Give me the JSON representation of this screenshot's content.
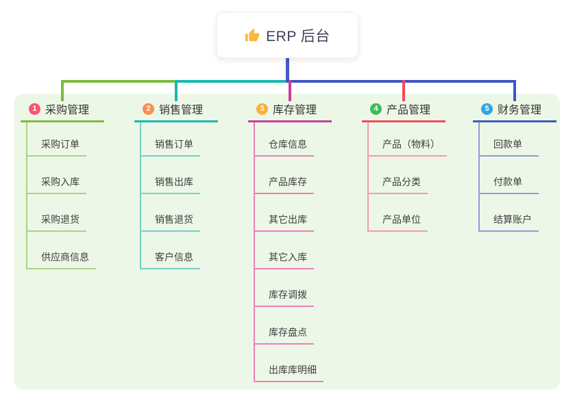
{
  "root": {
    "title": "ERP 后台",
    "icon": "thumbs-up-icon"
  },
  "colors": {
    "root_line": "#4558c8",
    "panel_bg": "#edf7e7",
    "header_text": "#333333",
    "child_text": "#3e3e3e",
    "root_box_bg": "#ffffff",
    "thumb_icon": "#f9b934"
  },
  "branches": [
    {
      "badge": "1",
      "label": "采购管理",
      "badge_color": "#f8566e",
      "line_color": "#7cbb3f",
      "child_line_color": "#a9d383",
      "children": [
        "采购订单",
        "采购入库",
        "采购退货",
        "供应商信息"
      ]
    },
    {
      "badge": "2",
      "label": "销售管理",
      "badge_color": "#fb8e4e",
      "line_color": "#17b9ae",
      "child_line_color": "#72d2c8",
      "children": [
        "销售订单",
        "销售出库",
        "销售退货",
        "客户信息"
      ]
    },
    {
      "badge": "3",
      "label": "库存管理",
      "badge_color": "#feaf38",
      "line_color": "#c93d9d",
      "child_line_color": "#ef7cba",
      "children": [
        "仓库信息",
        "产品库存",
        "其它出库",
        "其它入库",
        "库存调拨",
        "库存盘点",
        "出库库明细"
      ]
    },
    {
      "badge": "4",
      "label": "产品管理",
      "badge_color": "#3dbc5c",
      "line_color": "#f0495f",
      "child_line_color": "#f59ba4",
      "children": [
        "产品（物料）",
        "产品分类",
        "产品单位"
      ]
    },
    {
      "badge": "5",
      "label": "财务管理",
      "badge_color": "#33a3e7",
      "line_color": "#3d56c5",
      "child_line_color": "#8d9ce0",
      "children": [
        "回款单",
        "付款单",
        "结算账户"
      ]
    }
  ]
}
